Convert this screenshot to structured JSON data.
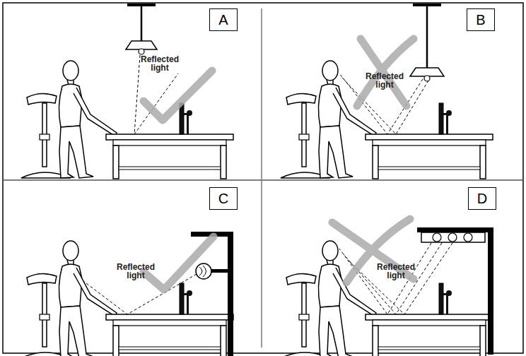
{
  "diagram": {
    "nodes": [
      {
        "text": [
          "A"
        ]
      },
      {
        "text": [
          "B"
        ]
      },
      {
        "text": [
          "C"
        ]
      },
      {
        "text": [
          "D"
        ]
      }
    ],
    "labels": [
      "Reflected light",
      "Reflected light",
      "Reflected light",
      "Reflected light"
    ]
  }
}
